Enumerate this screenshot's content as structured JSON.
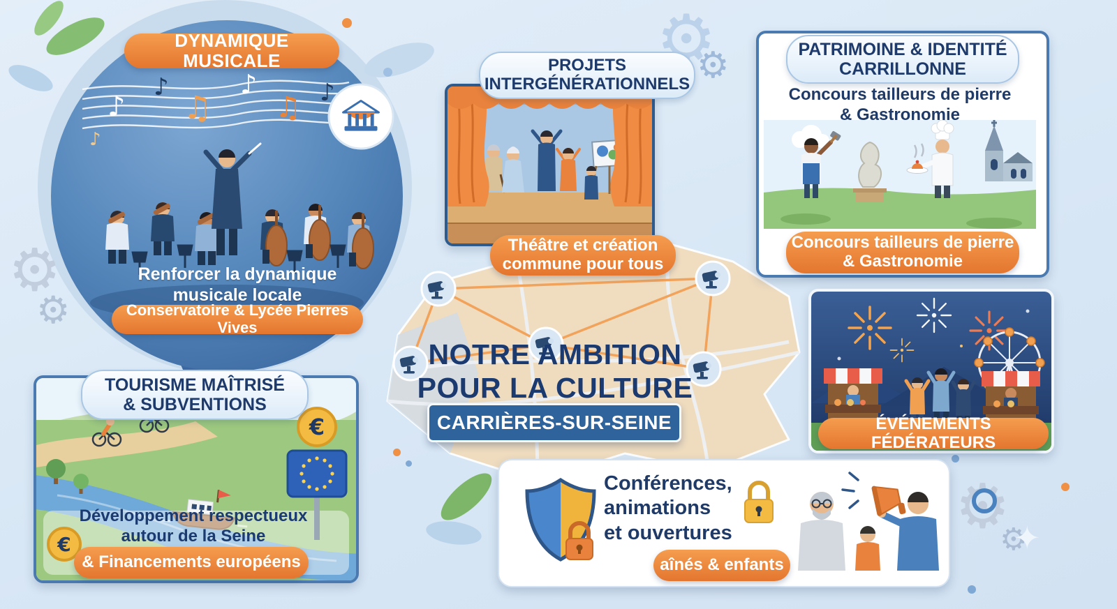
{
  "palette": {
    "background": "#d8e7f5",
    "orange": "#e8823c",
    "navy": "#1f3a66",
    "blue_badge": "#2e639c",
    "light_blue": "#b9cfe8"
  },
  "icons": {
    "gear": "⚙",
    "sparkle": "✦",
    "euro": "€",
    "music_note": "♪",
    "music_beam_note": "♫"
  },
  "center": {
    "title": "NOTRE AMBITION\nPOUR LA CULTURE",
    "badge": "CARRIÈRES-SUR-SEINE"
  },
  "musicale": {
    "title": "DYNAMIQUE MUSICALE",
    "body": "Renforcer la dynamique\nmusicale locale",
    "badge": "Conservatoire & Lycée Pierres Vives"
  },
  "intergenerationnels": {
    "title": "PROJETS\nINTERGÉNÉRATIONNELS",
    "badge": "Théâtre et création\ncommune pour tous"
  },
  "patrimoine": {
    "title": "PATRIMOINE & IDENTITÉ\nCARRILLONNE",
    "subtitle": "Concours tailleurs de pierre\n& Gastronomie",
    "badge": "Concours tailleurs de pierre\n& Gastronomie"
  },
  "evenements": {
    "badge": "ÉVÉNEMENTS FÉDÉRATEURS"
  },
  "tourisme": {
    "title": "TOURISME MAÎTRISÉ\n& SUBVENTIONS",
    "body": "Développement respectueux\nautour de la Seine",
    "badge": "& Financements européens"
  },
  "conferences": {
    "body": "Conférences,\nanimations\net ouvertures",
    "badge": "aînés & enfants"
  }
}
